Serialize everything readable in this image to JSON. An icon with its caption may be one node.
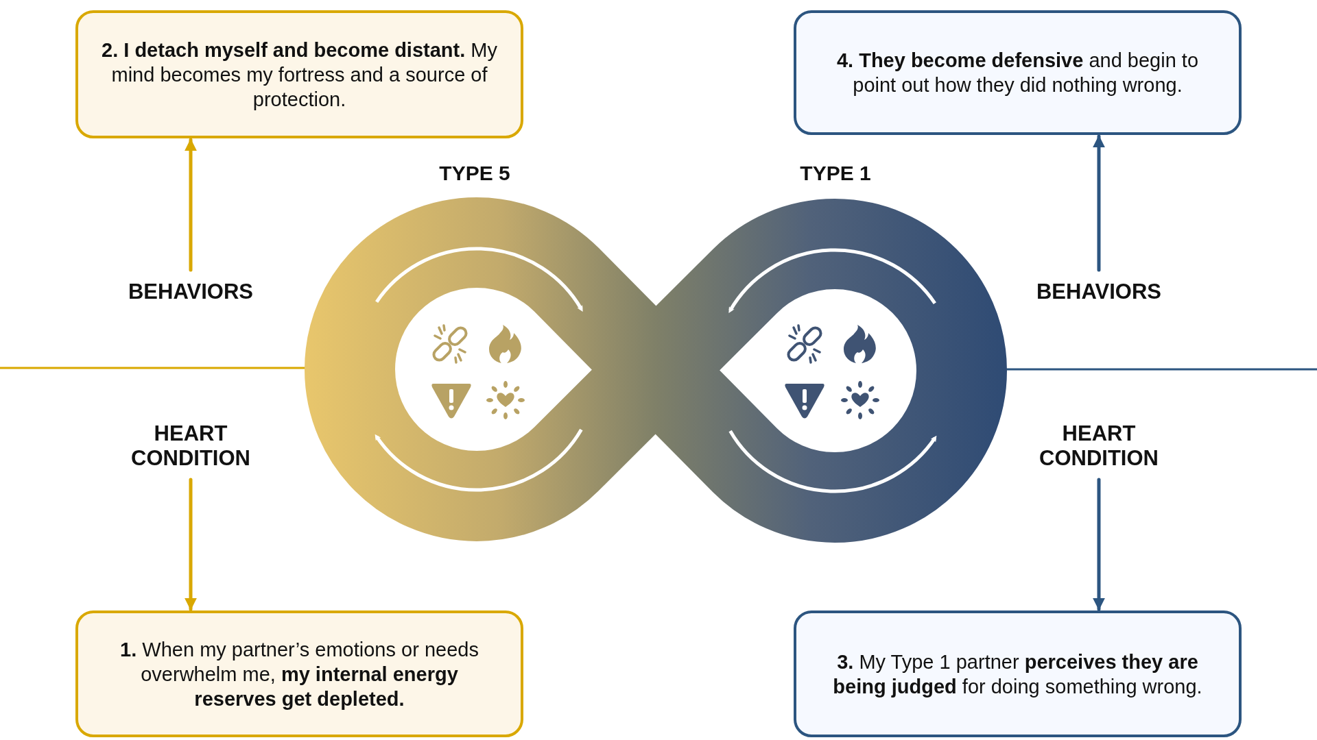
{
  "diagram": {
    "nodes": [
      {
        "text": [
          "**2. I detach myself and become distant.** My mind becomes my fortress and a source of protection."
        ]
      },
      {
        "text": [
          "**4. They become defensive** and begin to point out how they did nothing wrong."
        ]
      },
      {
        "text": [
          "BEHAVIORS"
        ]
      },
      {
        "text": [
          "BEHAVIORS"
        ]
      },
      {
        "text": [
          "HEART CONDITION"
        ]
      },
      {
        "text": [
          "HEART CONDITION"
        ]
      },
      {
        "text": [
          "**1.** When my partner’s emotions or needs overwhelm me, **my internal energy reserves get depleted.**"
        ]
      },
      {
        "text": [
          "**3.** My Type 1 partner **perceives they are being judged** for doing something wrong."
        ]
      }
    ],
    "edges": [
      {
        "from": 2,
        "to": 0,
        "arrow": "to",
        "color": "#d9a800"
      },
      {
        "from": 3,
        "to": 1,
        "arrow": "to",
        "color": "#2c5580"
      },
      {
        "from": 4,
        "to": 6,
        "arrow": "to",
        "color": "#d9a800"
      },
      {
        "from": 5,
        "to": 7,
        "arrow": "to",
        "color": "#2c5580"
      }
    ],
    "labels": [
      "TYPE 5",
      "TYPE 1"
    ]
  }
}
